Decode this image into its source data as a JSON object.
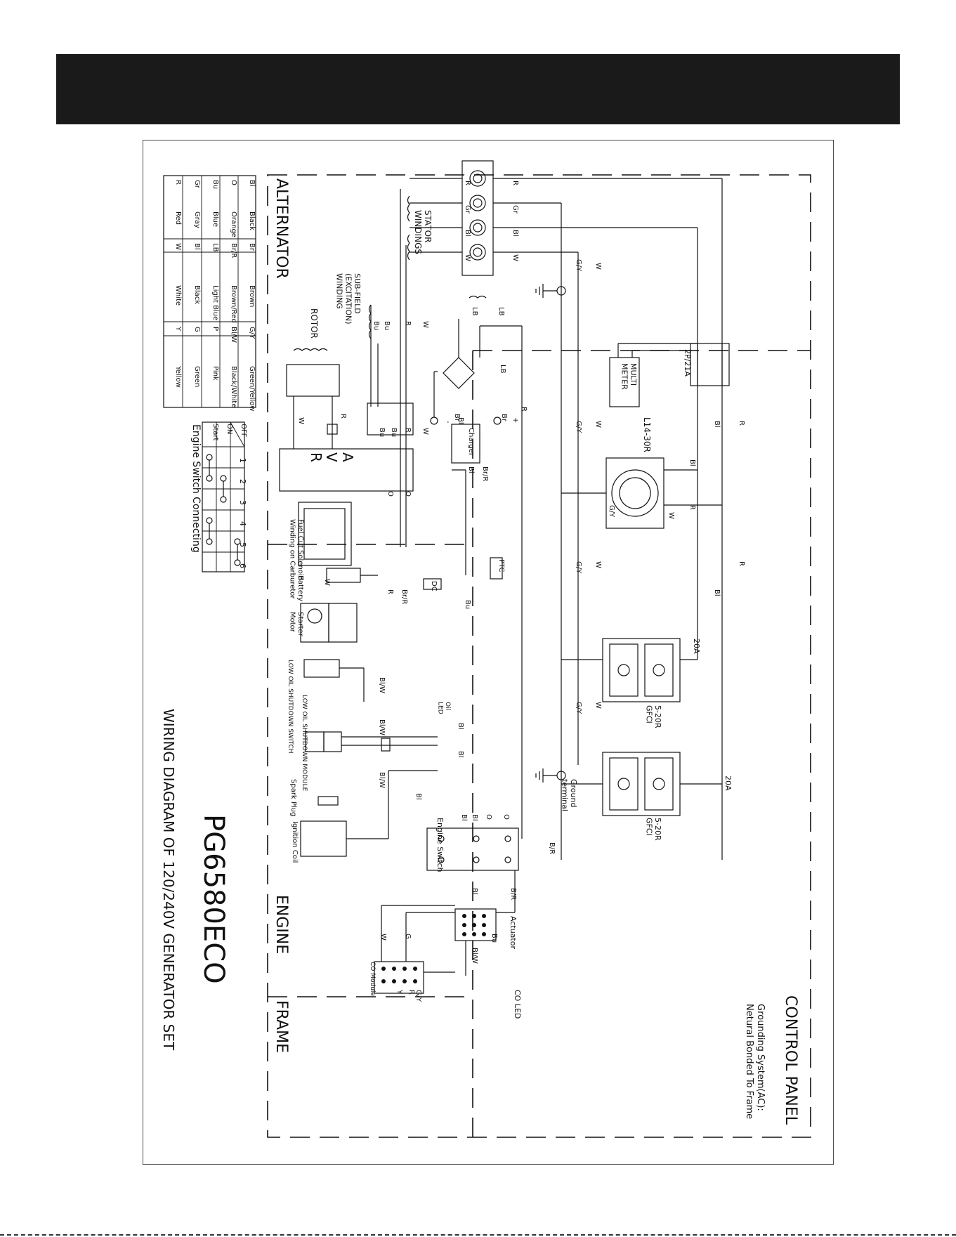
{
  "title": "PG6580ECO",
  "subtitle": "WIRING DIAGRAM OF 120/240V GENERATOR SET",
  "sections": {
    "alternator": "ALTERNATOR",
    "control_panel": "CONTROL PANEL",
    "engine": "ENGINE",
    "frame": "FRAME"
  },
  "grounding_note": [
    "Grounding System(AC):",
    "Netural Bonded To Frame"
  ],
  "color_legend": [
    [
      "Bl",
      "Black",
      "Br",
      "Brown",
      "G/Y",
      "Green/Yellow"
    ],
    [
      "O",
      "Orange",
      "Br/R",
      "Brown/Red",
      "Bl/W",
      "Black/White"
    ],
    [
      "Bu",
      "Blue",
      "LB",
      "Light Blue",
      "P",
      "Pink"
    ],
    [
      "Gr",
      "Gray",
      "Bl",
      "Black",
      "G",
      "Green"
    ],
    [
      "R",
      "Red",
      "W",
      "White",
      "Y",
      "Yellow"
    ]
  ],
  "engine_switch": {
    "title": "Engine Switch Connecting",
    "headers": [
      "1",
      "2",
      "3",
      "4",
      "5",
      "6"
    ],
    "rows": [
      "OFF",
      "ON",
      "Start"
    ]
  },
  "components": {
    "stator": "STATOR\nWINDINGS",
    "subfield": "SUB-FIELD\n(EXCITATION)\nWINDING",
    "rotor": "ROTOR",
    "avr": "AVR",
    "charger": "Charger",
    "multimeter": "MULTI\nMETER",
    "breaker": "2P/21A",
    "l14": "L14-30R",
    "gfci1_rating": "20A",
    "gfci1_name": "5-20R\nGFCI",
    "gfci2_rating": "20A",
    "gfci2_name": "5-20R\nGFCI",
    "ground_terminal": "Ground\nterminal",
    "fuel_cut": "Fuel Cut Solenoid\nWinding on Carburetor",
    "battery": "Battery",
    "starter": "Starter\nMotor",
    "low_oil_switch": "LOW OIL SHUTDOWN SWITCH",
    "low_oil_module": "LOW OIL SHUTDOWN MODULE",
    "oil_led": "Oil\nLED",
    "spark_plug": "Spark Plug",
    "ignition_coil": "Ignition Coil",
    "engine_switch_label": "Engine Switch",
    "actuator": "Actuator",
    "co_module": "CO Module",
    "co_led": "CO LED",
    "ptc": "PTC",
    "dc": "DC"
  },
  "wire_labels": {
    "R": "R",
    "Gr": "Gr",
    "Bl": "Bl",
    "W": "W",
    "GY": "G/Y",
    "LB": "LB",
    "Bu": "Bu",
    "Br": "Br",
    "BrR": "Br/R",
    "BlW": "Bl/W",
    "BR": "B/R",
    "O": "O",
    "G": "G",
    "Y": "Y",
    "plus": "+",
    "minus": "-"
  }
}
